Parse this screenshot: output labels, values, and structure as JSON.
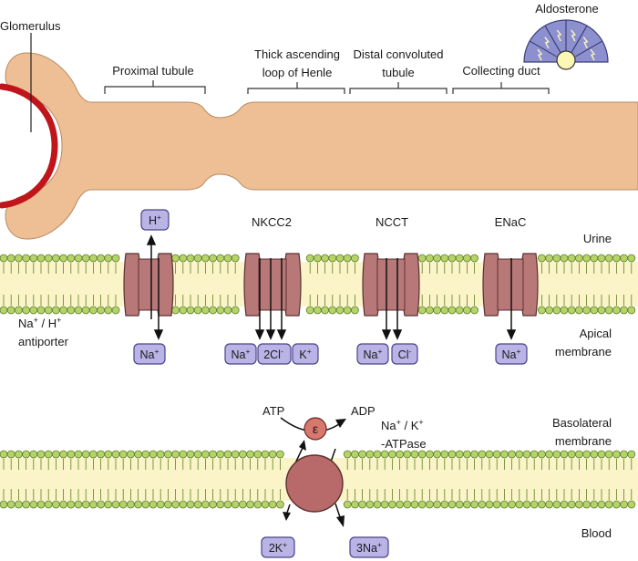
{
  "labels": {
    "glomerulus": "Glomerulus",
    "proximal_tubule": "Proximal tubule",
    "thick_ascending_1": "Thick ascending",
    "thick_ascending_2": "loop of Henle",
    "distal_1": "Distal convoluted",
    "distal_2": "tubule",
    "collecting_duct": "Collecting duct",
    "aldosterone": "Aldosterone",
    "urine": "Urine",
    "apical_1": "Apical",
    "apical_2": "membrane",
    "basolateral_1": "Basolateral",
    "basolateral_2": "membrane",
    "blood": "Blood",
    "antiporter_1a": "Na",
    "antiporter_1b": "+",
    "antiporter_1c": " / H",
    "antiporter_1d": "+",
    "antiporter_2": "antiporter",
    "atpase_1a": "Na",
    "atpase_1b": "+",
    "atpase_1c": " / K",
    "atpase_1d": "+",
    "atpase_2": "-ATPase",
    "atp": "ATP",
    "adp": "ADP",
    "epsilon": "ε"
  },
  "transporters": {
    "nkcc2": "NKCC2",
    "ncct": "NCCT",
    "enac": "ENaC"
  },
  "ions": {
    "h_base": "H",
    "h_sup": "+",
    "na1_base": "Na",
    "na1_sup": "+",
    "na2_base": "Na",
    "na2_sup": "+",
    "cl2_base": "2Cl",
    "cl2_sup": "-",
    "k_base": "K",
    "k_sup": "+",
    "na3_base": "Na",
    "na3_sup": "+",
    "cl_base": "Cl",
    "cl_sup": "-",
    "na4_base": "Na",
    "na4_sup": "+",
    "k2_base": "2K",
    "k2_sup": "+",
    "na3x_base": "3Na",
    "na3x_sup": "+"
  },
  "colors": {
    "tubule": "#eebf94",
    "capillary": "#c0161b",
    "channel": "#b87878",
    "channel_stroke": "#5a3030",
    "lipid_head": "#b6d36a",
    "lipid_stroke": "#5f7f25",
    "ion_fill": "#b9b3e6",
    "ion_stroke": "#4a4488",
    "aldo_fill": "#8c90cf",
    "aldo_core": "#fdf7b6",
    "pump": "#b86a6a",
    "enzyme": "#d7776d"
  }
}
